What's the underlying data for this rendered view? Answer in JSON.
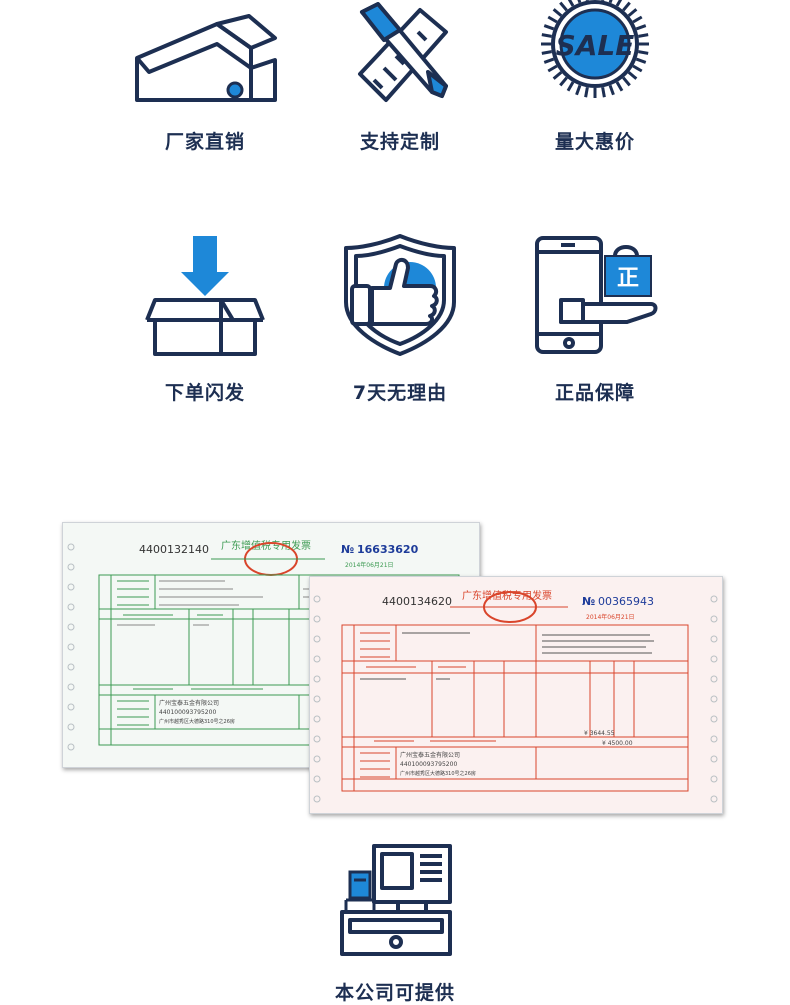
{
  "features": [
    {
      "label": "厂家直销",
      "icon": "factory-icon"
    },
    {
      "label": "支持定制",
      "icon": "pencil-ruler-icon"
    },
    {
      "label": "量大惠价",
      "icon": "sale-badge-icon"
    },
    {
      "label": "下单闪发",
      "icon": "box-download-icon"
    },
    {
      "label": "7天无理由",
      "icon": "shield-thumbs-up-icon"
    },
    {
      "label": "正品保障",
      "icon": "phone-shopping-icon"
    }
  ],
  "sale_badge_text": "SALE",
  "bag_badge_text": "正",
  "invoices": {
    "green": {
      "code": "4400132140",
      "title": "广东增值税专用发票",
      "number_prefix": "№",
      "number": "16633620",
      "date": "2014年06月21日",
      "company": "广州宝泰五金有限公司",
      "tax_id": "440100093795200",
      "address": "广州市越秀区大德路310号之26房"
    },
    "pink": {
      "code": "4400134620",
      "title": "广东增值税专用发票",
      "number_prefix": "№",
      "number": "00365943",
      "date": "2014年06月21日",
      "company": "广州宝泰五金有限公司",
      "tax_id": "440100093795200",
      "address": "广州市越秀区大德路310号之26房",
      "amount": "¥ 3644.55",
      "total": "¥ 4500.00"
    }
  },
  "bottom": {
    "label": "本公司可提供",
    "icon": "cash-register-icon"
  },
  "colors": {
    "navy": "#1d2f52",
    "accent_blue": "#1e88d8",
    "invoice_green": "#3c9a52",
    "invoice_red": "#d9452b"
  }
}
